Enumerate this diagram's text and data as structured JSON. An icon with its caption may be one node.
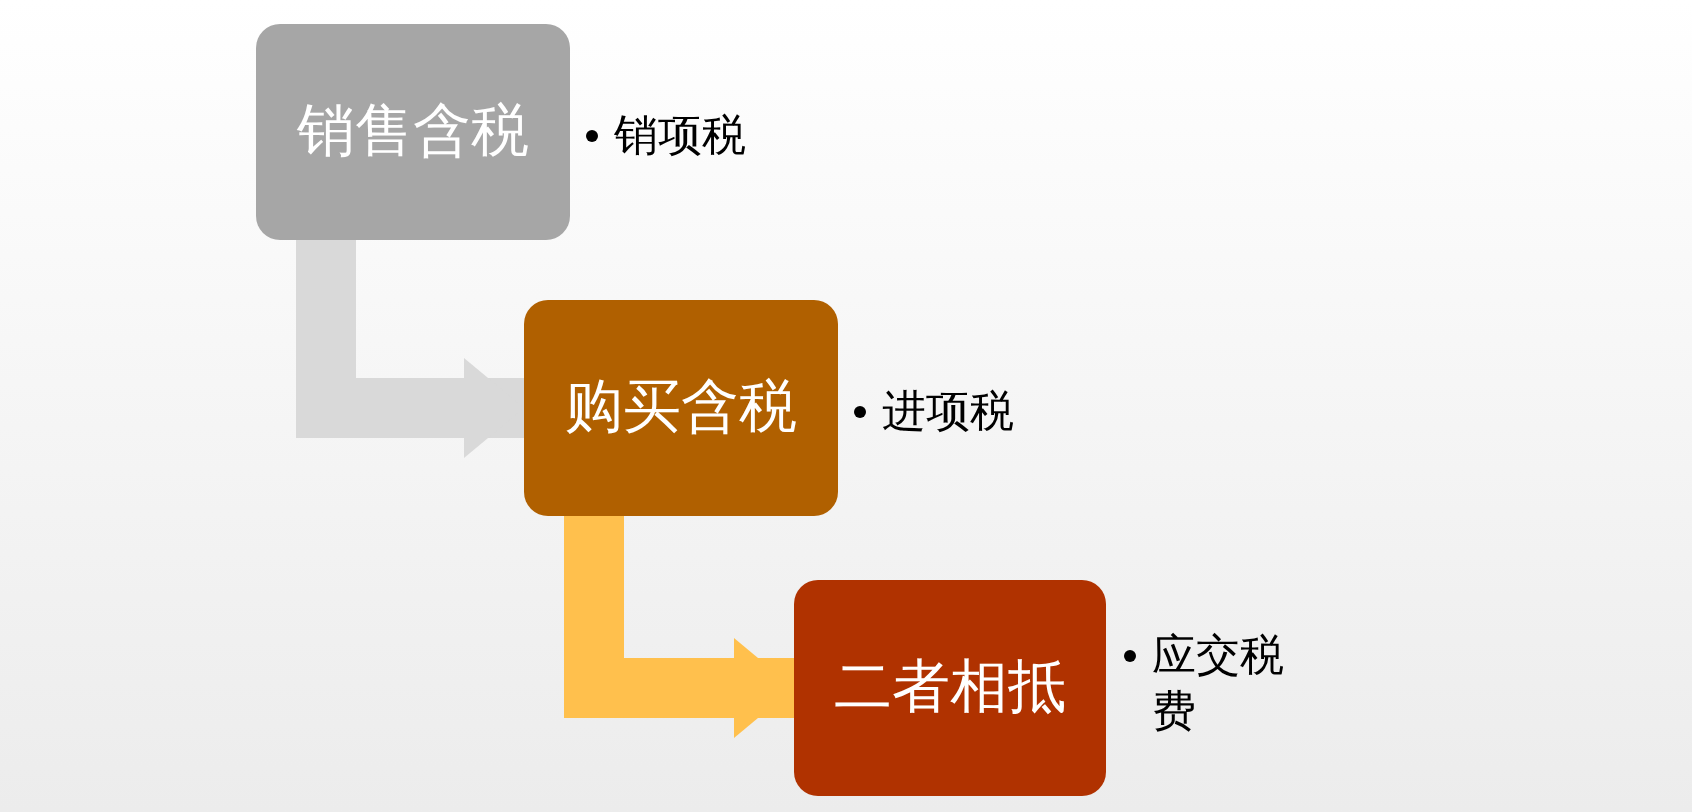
{
  "diagram": {
    "nodes": [
      {
        "text": [
          "销售含税"
        ],
        "beside": [
          "销项税"
        ]
      },
      {
        "text": [
          "购买含税"
        ],
        "beside": [
          "进项税"
        ]
      },
      {
        "text": [
          "二者相抵"
        ],
        "beside": [
          "应交税费"
        ]
      }
    ],
    "edges": [
      {
        "from": 0,
        "to": 1,
        "arrow": "to",
        "color": "#d9d9d9"
      },
      {
        "from": 1,
        "to": 2,
        "arrow": "to",
        "color": "#ffc04d"
      }
    ]
  }
}
